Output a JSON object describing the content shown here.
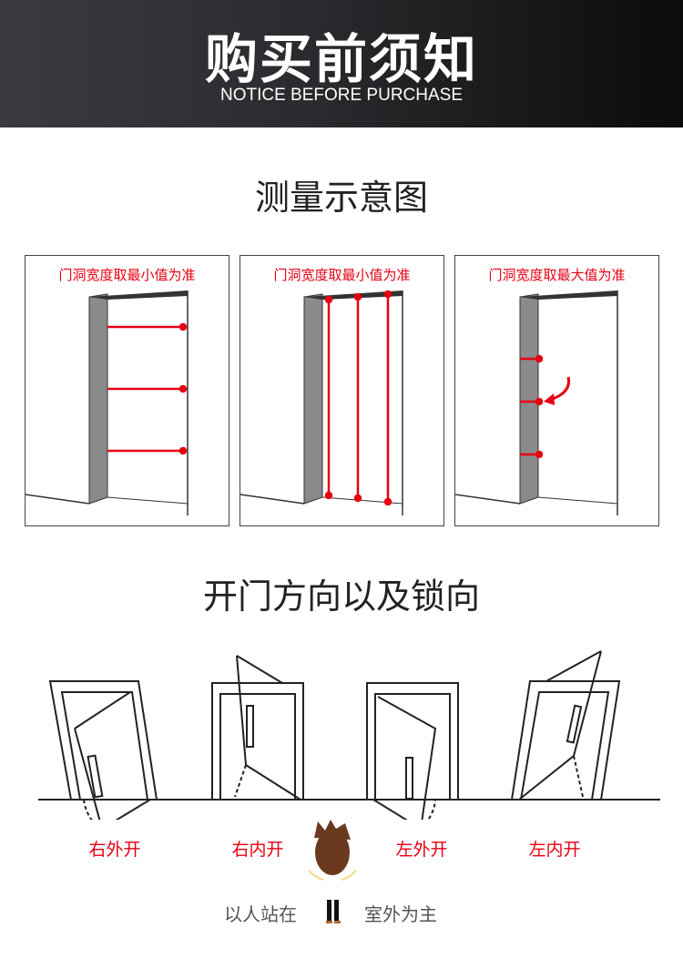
{
  "banner": {
    "title": "购买前须知",
    "subtitle": "NOTICE BEFORE PURCHASE"
  },
  "measure": {
    "title": "测量示意图",
    "panels": [
      {
        "label": "门洞宽度取最小值为准"
      },
      {
        "label": "门洞宽度取最小值为准"
      },
      {
        "label": "门洞宽度取最大值为准"
      }
    ]
  },
  "direction": {
    "title": "开门方向以及锁向",
    "doors": [
      {
        "label": "右外开"
      },
      {
        "label": "右内开"
      },
      {
        "label": "左外开"
      },
      {
        "label": "左内开"
      }
    ],
    "note_left": "以人站在",
    "note_right": "室外为主"
  },
  "colors": {
    "accent": "#e60012",
    "banner": "#2a2b2e"
  }
}
